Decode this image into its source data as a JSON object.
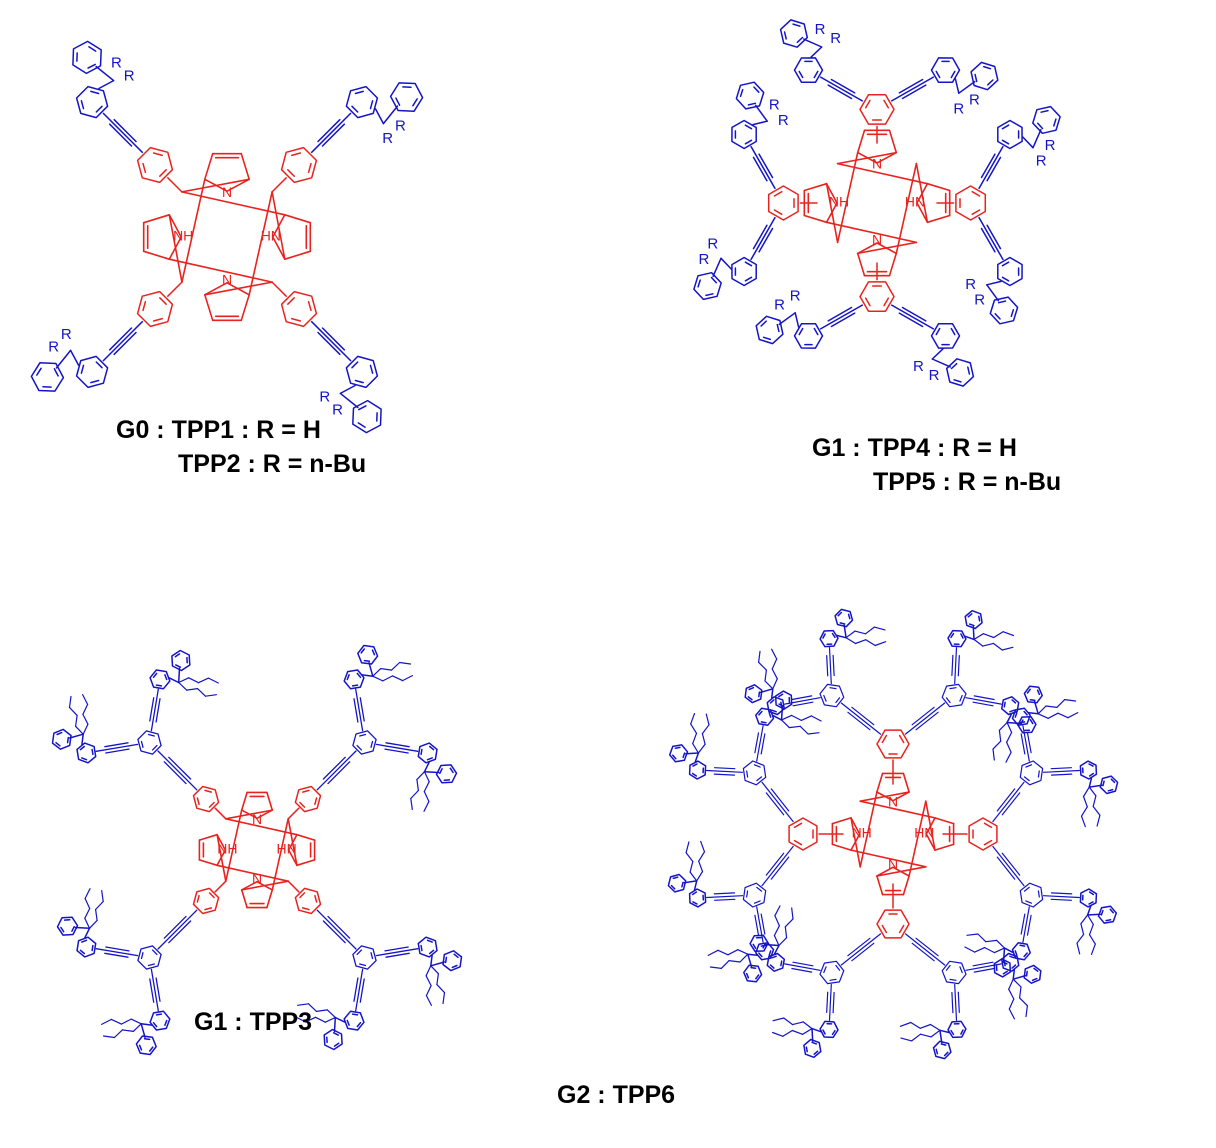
{
  "colors": {
    "core": "#e8231f",
    "dendron": "#1414c8",
    "linker": "#000000",
    "text": "#000000"
  },
  "icons": {
    "porphyrin": "porphyrin-core-icon",
    "phenyl": "phenyl-ring-icon",
    "alkyne": "triple-bond-icon",
    "fluorene": "fluorene-unit-icon"
  },
  "atom_labels": {
    "nh": "NH",
    "hn": "HN",
    "n": "N",
    "r": "R"
  },
  "panels": {
    "g0": {
      "line1": "G0 : TPP1 : R = H",
      "line2": "TPP2 : R = n-Bu"
    },
    "g1a": {
      "line1": "G1 : TPP4 : R = H",
      "line2": "TPP5 : R = n-Bu"
    },
    "g1b": {
      "line1": "G1 : TPP3"
    },
    "g2": {
      "line1": "G2 : TPP6"
    }
  }
}
